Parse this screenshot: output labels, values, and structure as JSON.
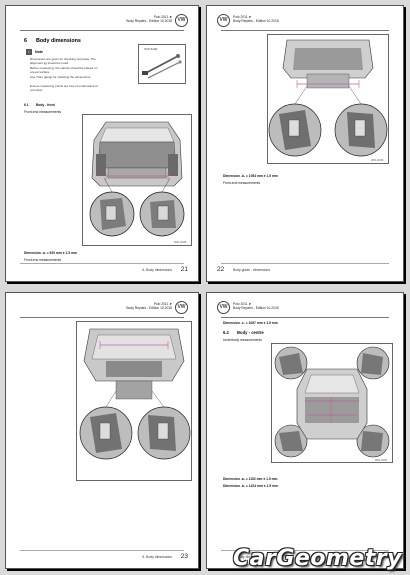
{
  "pages": [
    {
      "header_model": "Polo 2011 ➤",
      "header_subtitle": "Body Repairs - Edition 10.2018",
      "section_number": "6",
      "section_title": "Body dimensions",
      "note_label": "Note",
      "notes": [
        "Dimensions are given for checking purposes. The alignment jig should be used.",
        "Before measuring, the vehicle should be placed on a level surface.",
        "Use Tram gauge for checking the dimensions.",
        "Ensure measuring points are free of underseal and corrosion."
      ],
      "tool_label": "VAS 5100",
      "subsection_number": "6.1",
      "subsection_title": "Body - front",
      "subsection_caption": "Front-end measurements",
      "figure_id": "W00-10345",
      "dimension_line": "Dimension -a- = 920 mm ± 1.5 mm",
      "dimension_caption": "Front-end measurements",
      "footer_text": "6. Body dimensions",
      "page_number": "21"
    },
    {
      "header_model": "Polo 2011 ➤",
      "header_subtitle": "Body Repairs - Edition 10.2018",
      "figure_id": "W00-10346",
      "dimension_line": "Dimension -b- = 1054 mm ± 1.5 mm",
      "dimension_caption": "Front-end measurements",
      "footer_text": "Body guide - dimensions",
      "page_number": "22"
    },
    {
      "header_model": "Polo 2011 ➤",
      "header_subtitle": "Body Repairs - Edition 10.2018",
      "footer_text": "6. Body dimensions",
      "page_number": "23"
    },
    {
      "header_model": "Polo 2011 ➤",
      "header_subtitle": "Body Repairs - Edition 10.2018",
      "dimension_top": "Dimension -c- = 1067 mm ± 1.5 mm",
      "subsection_number": "6.2",
      "subsection_title": "Body - centre",
      "subsection_caption": "Underbody measurements",
      "figure_id": "W00-10347",
      "dimension_line_1": "Dimension -a- = 1152 mm ± 1.5 mm",
      "dimension_line_2": "Dimension -b- = 1224 mm ± 1.5 mm",
      "footer_text": "6. Body dimensions",
      "page_number": "24"
    }
  ],
  "watermark": "CarGeometry",
  "colors": {
    "background": "#d9d9d9",
    "page": "#ffffff",
    "accent_dimension": "#c060a0"
  }
}
